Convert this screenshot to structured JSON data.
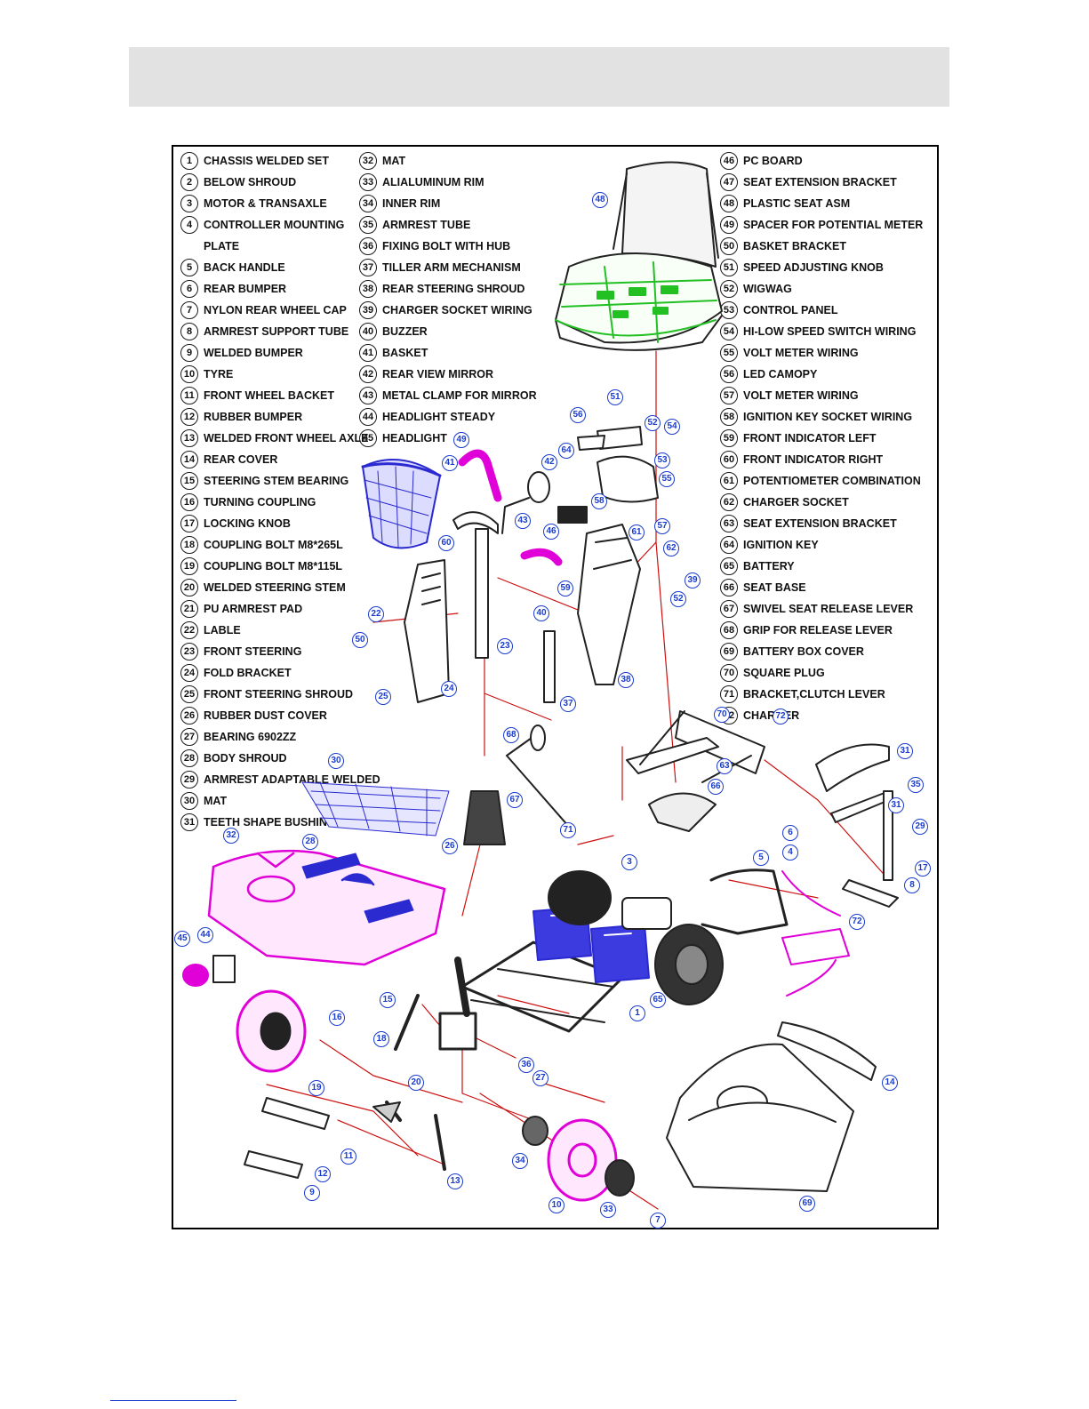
{
  "colors": {
    "magenta": "#e000d8",
    "blue": "#2a2ad0",
    "green": "#22c022",
    "leader": "#cc1010",
    "callout": "#1a3ccc"
  },
  "legend": {
    "col1": [
      {
        "n": "1",
        "t": "CHASSIS WELDED SET"
      },
      {
        "n": "2",
        "t": "BELOW SHROUD"
      },
      {
        "n": "3",
        "t": "MOTOR & TRANSAXLE"
      },
      {
        "n": "4",
        "t": "CONTROLLER MOUNTING"
      },
      {
        "n": "",
        "t": "PLATE"
      },
      {
        "n": "5",
        "t": "BACK  HANDLE"
      },
      {
        "n": "6",
        "t": "REAR BUMPER"
      },
      {
        "n": "7",
        "t": "NYLON REAR WHEEL CAP"
      },
      {
        "n": "8",
        "t": "ARMREST SUPPORT TUBE"
      },
      {
        "n": "9",
        "t": "WELDED BUMPER"
      },
      {
        "n": "10",
        "t": "TYRE"
      },
      {
        "n": "11",
        "t": "FRONT WHEEL BACKET"
      },
      {
        "n": "12",
        "t": "RUBBER BUMPER"
      },
      {
        "n": "13",
        "t": "WELDED FRONT WHEEL AXLE"
      },
      {
        "n": "14",
        "t": "REAR COVER"
      },
      {
        "n": "15",
        "t": "STEERING STEM BEARING"
      },
      {
        "n": "16",
        "t": "TURNING COUPLING"
      },
      {
        "n": "17",
        "t": "LOCKING KNOB"
      },
      {
        "n": "18",
        "t": "COUPLING BOLT M8*265L"
      },
      {
        "n": "19",
        "t": "COUPLING BOLT M8*115L"
      },
      {
        "n": "20",
        "t": "WELDED STEERING STEM"
      },
      {
        "n": "21",
        "t": "PU ARMREST PAD"
      },
      {
        "n": "22",
        "t": "LABLE"
      },
      {
        "n": "23",
        "t": "FRONT STEERING"
      },
      {
        "n": "24",
        "t": "FOLD BRACKET"
      },
      {
        "n": "25",
        "t": "FRONT STEERING SHROUD"
      },
      {
        "n": "26",
        "t": "RUBBER DUST COVER"
      },
      {
        "n": "27",
        "t": "BEARING 6902ZZ"
      },
      {
        "n": "28",
        "t": "BODY SHROUD"
      },
      {
        "n": "29",
        "t": "ARMREST ADAPTABLE WELDED"
      },
      {
        "n": "30",
        "t": "MAT"
      },
      {
        "n": "31",
        "t": "TEETH SHAPE BUSHING"
      }
    ],
    "col2": [
      {
        "n": "32",
        "t": "MAT"
      },
      {
        "n": "33",
        "t": "ALIALUMINUM RIM"
      },
      {
        "n": "34",
        "t": "INNER RIM"
      },
      {
        "n": "35",
        "t": "ARMREST TUBE"
      },
      {
        "n": "36",
        "t": "FIXING BOLT WITH HUB"
      },
      {
        "n": "37",
        "t": "TILLER ARM MECHANISM"
      },
      {
        "n": "38",
        "t": "REAR STEERING SHROUD"
      },
      {
        "n": "39",
        "t": "CHARGER SOCKET WIRING"
      },
      {
        "n": "40",
        "t": "BUZZER"
      },
      {
        "n": "41",
        "t": "BASKET"
      },
      {
        "n": "42",
        "t": "REAR VIEW MIRROR"
      },
      {
        "n": "43",
        "t": "METAL CLAMP FOR MIRROR"
      },
      {
        "n": "44",
        "t": "HEADLIGHT STEADY"
      },
      {
        "n": "45",
        "t": "HEADLIGHT"
      }
    ],
    "col3": [
      {
        "n": "46",
        "t": "PC BOARD"
      },
      {
        "n": "47",
        "t": "SEAT EXTENSION BRACKET"
      },
      {
        "n": "48",
        "t": "PLASTIC SEAT ASM"
      },
      {
        "n": "49",
        "t": "SPACER FOR POTENTIAL METER"
      },
      {
        "n": "50",
        "t": "BASKET BRACKET"
      },
      {
        "n": "51",
        "t": "SPEED ADJUSTING KNOB"
      },
      {
        "n": "52",
        "t": "WIGWAG"
      },
      {
        "n": "53",
        "t": "CONTROL PANEL"
      },
      {
        "n": "54",
        "t": "HI-LOW SPEED SWITCH WIRING"
      },
      {
        "n": "55",
        "t": "VOLT METER WIRING"
      },
      {
        "n": "56",
        "t": "LED CAMOPY"
      },
      {
        "n": "57",
        "t": "VOLT METER WIRING"
      },
      {
        "n": "58",
        "t": "IGNITION KEY SOCKET WIRING"
      },
      {
        "n": "59",
        "t": "FRONT INDICATOR LEFT"
      },
      {
        "n": "60",
        "t": "FRONT INDICATOR RIGHT"
      },
      {
        "n": "61",
        "t": "POTENTIOMETER COMBINATION"
      },
      {
        "n": "62",
        "t": "CHARGER SOCKET"
      },
      {
        "n": "63",
        "t": "SEAT EXTENSION BRACKET"
      },
      {
        "n": "64",
        "t": "IGNITION KEY"
      },
      {
        "n": "65",
        "t": "BATTERY"
      },
      {
        "n": "66",
        "t": "SEAT BASE"
      },
      {
        "n": "67",
        "t": "SWIVEL SEAT RELEASE LEVER"
      },
      {
        "n": "68",
        "t": "GRIP FOR RELEASE LEVER"
      },
      {
        "n": "69",
        "t": "BATTERY BOX COVER"
      },
      {
        "n": "70",
        "t": "SQUARE PLUG"
      },
      {
        "n": "71",
        "t": "BRACKET,CLUTCH LEVER"
      },
      {
        "n": "72",
        "t": "CHARGER"
      }
    ]
  },
  "callouts": [
    "48",
    "51",
    "52",
    "54",
    "56",
    "64",
    "53",
    "55",
    "49",
    "41",
    "42",
    "43",
    "46",
    "58",
    "61",
    "57",
    "60",
    "62",
    "39",
    "59",
    "40",
    "52",
    "22",
    "50",
    "23",
    "25",
    "24",
    "37",
    "38",
    "68",
    "30",
    "70",
    "72",
    "31",
    "35",
    "63",
    "66",
    "31",
    "29",
    "67",
    "71",
    "6",
    "4",
    "17",
    "26",
    "3",
    "5",
    "8",
    "32",
    "28",
    "72",
    "45",
    "44",
    "15",
    "1",
    "65",
    "16",
    "18",
    "19",
    "20",
    "36",
    "27",
    "14",
    "11",
    "12",
    "13",
    "34",
    "9",
    "10",
    "33",
    "7",
    "69"
  ]
}
